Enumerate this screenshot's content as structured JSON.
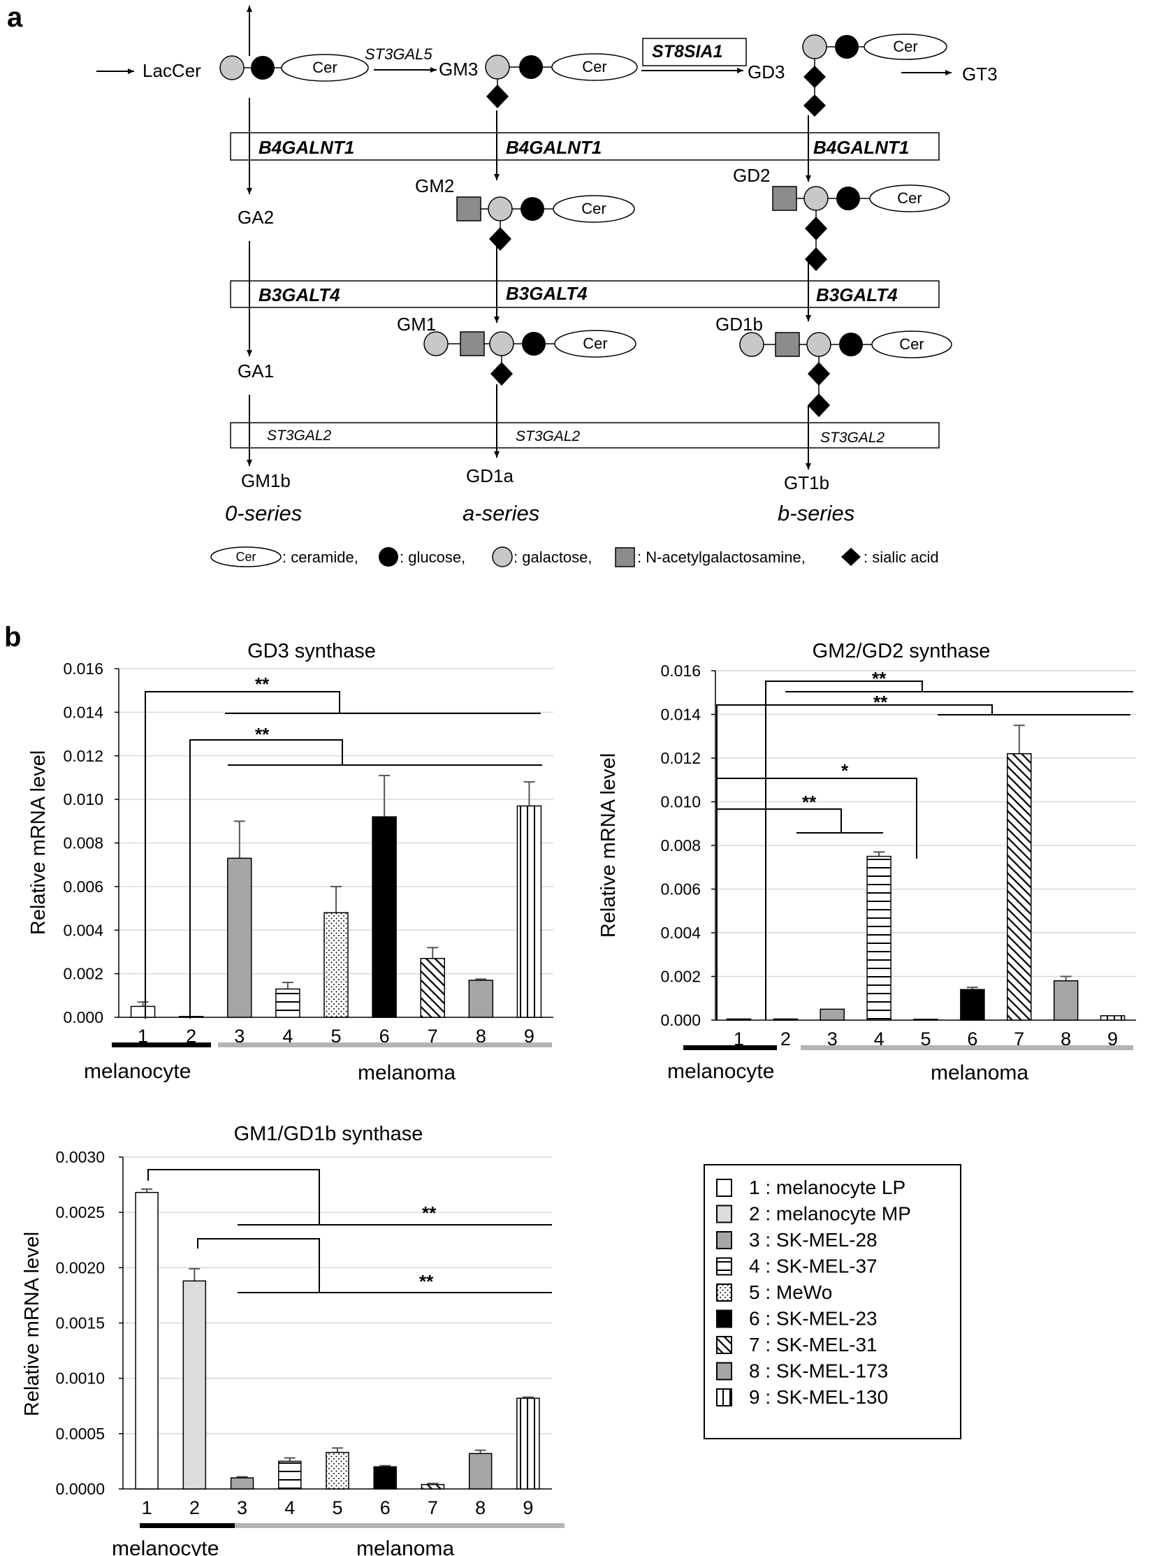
{
  "panel_a": {
    "label": "a",
    "enzymes": {
      "st3gal5": "ST3GAL5",
      "st8sia1": "ST8SIA1",
      "b4galnt1": "B4GALNT1",
      "b3galt4": "B3GALT4",
      "st3gal2": "ST3GAL2"
    },
    "gangliosides": {
      "laccer": "LacCer",
      "gm3": "GM3",
      "gd3": "GD3",
      "gt3": "GT3",
      "ga2": "GA2",
      "gm2": "GM2",
      "gd2": "GD2",
      "ga1": "GA1",
      "gm1": "GM1",
      "gd1b": "GD1b",
      "gm1b": "GM1b",
      "gd1a": "GD1a",
      "gt1b": "GT1b"
    },
    "cer": "Cer",
    "series": [
      "0-series",
      "a-series",
      "b-series"
    ],
    "legend": {
      "ceramide": ": ceramide,",
      "glucose": ": glucose,",
      "galactose": ": galactose,",
      "galnac": ": N-acetylgalactosamine,",
      "sialic": ": sialic acid"
    },
    "colors": {
      "glucose": "#000000",
      "galactose": "#c8c8c8",
      "galnac": "#8c8c8c",
      "sialic": "#000000"
    }
  },
  "panel_b": {
    "label": "b",
    "ylabel": "Relative mRNA level",
    "group_melanocyte": "melanocyte",
    "group_melanoma": "melanoma",
    "group_colors": {
      "melanocyte": "#000000",
      "melanoma": "#b4b4b4"
    },
    "legend": [
      {
        "label": "1 : melanocyte LP",
        "pattern": "white"
      },
      {
        "label": "2 : melanocyte MP",
        "pattern": "lightgray"
      },
      {
        "label": "3 : SK-MEL-28",
        "pattern": "gray"
      },
      {
        "label": "4 : SK-MEL-37",
        "pattern": "hstripe"
      },
      {
        "label": "5 : MeWo",
        "pattern": "dots"
      },
      {
        "label": "6 : SK-MEL-23",
        "pattern": "black"
      },
      {
        "label": "7 : SK-MEL-31",
        "pattern": "diag"
      },
      {
        "label": "8 : SK-MEL-173",
        "pattern": "gray"
      },
      {
        "label": "9 : SK-MEL-130",
        "pattern": "vstripe"
      }
    ]
  },
  "chart_data": [
    {
      "type": "bar",
      "title": "GD3 synthase",
      "ylabel": "Relative mRNA level",
      "categories": [
        "1",
        "2",
        "3",
        "4",
        "5",
        "6",
        "7",
        "8",
        "9"
      ],
      "values": [
        0.0005,
        3e-05,
        0.0073,
        0.0013,
        0.0048,
        0.0092,
        0.0027,
        0.0017,
        0.0097
      ],
      "errors": [
        0.0002,
        0.0,
        0.0017,
        0.0003,
        0.0012,
        0.0019,
        0.0005,
        5e-05,
        0.0011
      ],
      "ylim": [
        0,
        0.016
      ],
      "yticks": [
        "0.000",
        "0.002",
        "0.004",
        "0.006",
        "0.008",
        "0.010",
        "0.012",
        "0.014",
        "0.016"
      ],
      "grid": true,
      "significance": [
        "**",
        "**"
      ]
    },
    {
      "type": "bar",
      "title": "GM2/GD2 synthase",
      "ylabel": "Relative mRNA level",
      "categories": [
        "1",
        "2",
        "3",
        "4",
        "5",
        "6",
        "7",
        "8",
        "9"
      ],
      "values": [
        5e-05,
        5e-05,
        0.0005,
        0.0075,
        3e-05,
        0.0014,
        0.0122,
        0.0018,
        0.0002
      ],
      "errors": [
        0.0,
        0.0,
        0.0,
        0.0002,
        0.0,
        0.0001,
        0.0013,
        0.0002,
        0.0
      ],
      "ylim": [
        0,
        0.016
      ],
      "yticks": [
        "0.000",
        "0.002",
        "0.004",
        "0.006",
        "0.008",
        "0.010",
        "0.012",
        "0.014",
        "0.016"
      ],
      "grid": true,
      "significance": [
        "**",
        "**",
        "*",
        "**"
      ]
    },
    {
      "type": "bar",
      "title": "GM1/GD1b synthase",
      "ylabel": "Relative mRNA level",
      "categories": [
        "1",
        "2",
        "3",
        "4",
        "5",
        "6",
        "7",
        "8",
        "9"
      ],
      "values": [
        0.00268,
        0.00188,
        0.0001,
        0.00025,
        0.00033,
        0.0002,
        4e-05,
        0.00032,
        0.00082
      ],
      "errors": [
        3e-05,
        0.00011,
        1e-05,
        3e-05,
        4e-05,
        1e-05,
        1e-05,
        3e-05,
        1e-05
      ],
      "ylim": [
        0,
        0.003
      ],
      "yticks": [
        "0.0000",
        "0.0005",
        "0.0010",
        "0.0015",
        "0.0020",
        "0.0025",
        "0.0030"
      ],
      "grid": true,
      "significance": [
        "**",
        "**"
      ]
    }
  ]
}
